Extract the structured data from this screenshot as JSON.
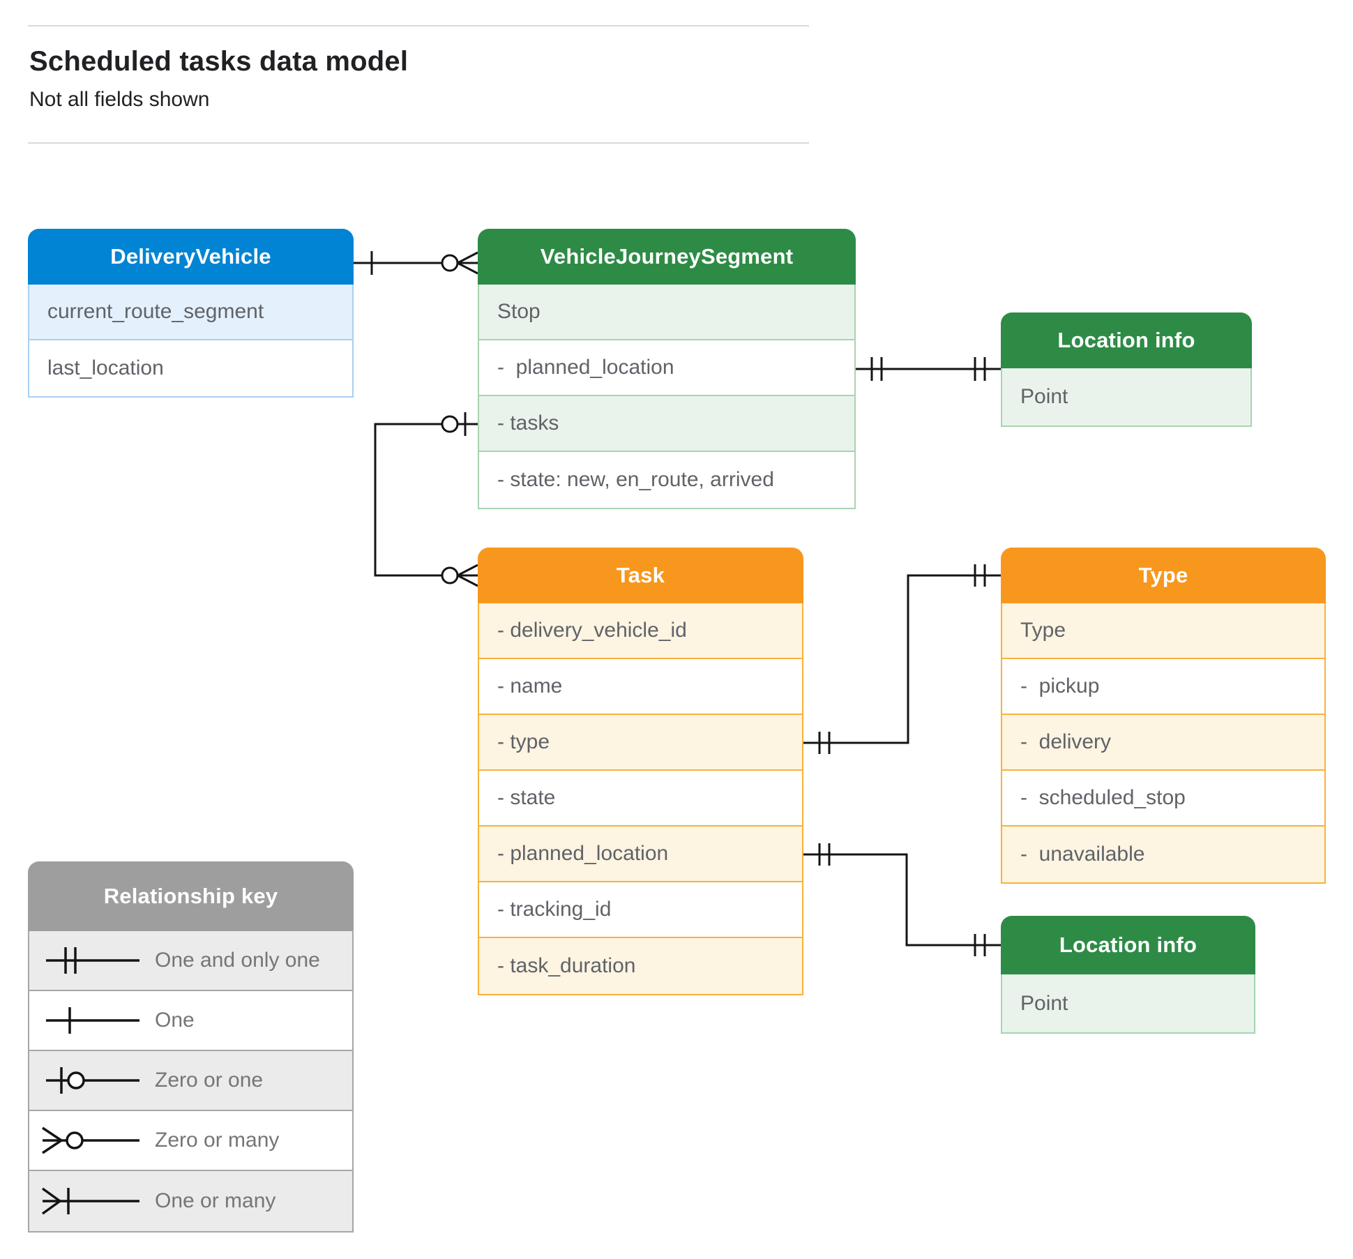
{
  "page": {
    "title": "Scheduled tasks data model",
    "subtitle": "Not all fields shown"
  },
  "colors": {
    "blue_header": "#0284d4",
    "blue_row": "#e4f0fb",
    "green_header": "#2e8b46",
    "green_row": "#e9f3ec",
    "orange_header": "#f8971d",
    "orange_row": "#fdf4e2",
    "gray_header": "#9e9e9e",
    "gray_row": "#ebebeb",
    "field_text": "#5f6368",
    "connector": "#141414"
  },
  "entities": {
    "delivery_vehicle": {
      "title": "DeliveryVehicle",
      "rows": [
        {
          "label": "current_route_segment"
        },
        {
          "label": "last_location"
        }
      ]
    },
    "vehicle_journey_segment": {
      "title": "VehicleJourneySegment",
      "rows": [
        {
          "label": "Stop"
        },
        {
          "label": "-  planned_location"
        },
        {
          "label": "- tasks"
        },
        {
          "label": "- state: new, en_route, arrived"
        }
      ]
    },
    "location_info_top": {
      "title": "Location info",
      "rows": [
        {
          "label": "Point"
        }
      ]
    },
    "task": {
      "title": "Task",
      "rows": [
        {
          "label": "- delivery_vehicle_id"
        },
        {
          "label": "- name"
        },
        {
          "label": "- type"
        },
        {
          "label": "- state"
        },
        {
          "label": "- planned_location"
        },
        {
          "label": "- tracking_id"
        },
        {
          "label": "- task_duration"
        }
      ]
    },
    "type": {
      "title": "Type",
      "rows": [
        {
          "label": "Type"
        },
        {
          "label": "-  pickup"
        },
        {
          "label": "-  delivery"
        },
        {
          "label": "-  scheduled_stop"
        },
        {
          "label": "-  unavailable"
        }
      ]
    },
    "location_info_bottom": {
      "title": "Location info",
      "rows": [
        {
          "label": "Point"
        }
      ]
    }
  },
  "legend": {
    "title": "Relationship key",
    "items": [
      {
        "symbol": "one-and-only-one",
        "label": "One and only one"
      },
      {
        "symbol": "one",
        "label": "One"
      },
      {
        "symbol": "zero-or-one",
        "label": "Zero or one"
      },
      {
        "symbol": "zero-or-many",
        "label": "Zero or many"
      },
      {
        "symbol": "one-or-many",
        "label": "One or many"
      }
    ]
  }
}
